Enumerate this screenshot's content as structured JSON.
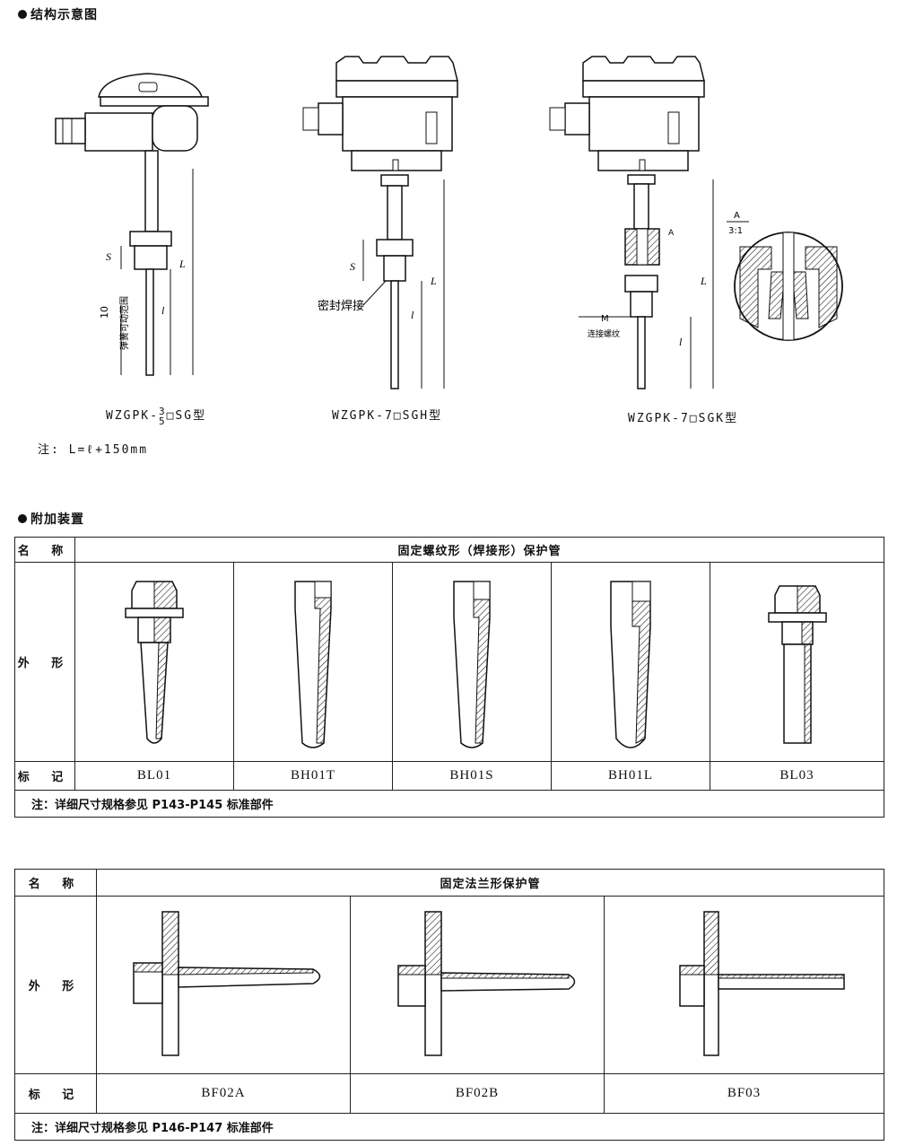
{
  "structure_section": {
    "title": "结构示意图",
    "models": [
      {
        "prefix": "WZGPK-",
        "frac_top": "3",
        "frac_bottom": "5",
        "suffix": "□SG型"
      },
      {
        "label": "WZGPK-7□SGH型"
      },
      {
        "label": "WZGPK-7□SGK型"
      }
    ],
    "note": "注: L=ℓ+150mm",
    "labels": {
      "S": "S",
      "L": "L",
      "l": "l",
      "ten": "10",
      "spring": "弹簧可动范围",
      "seal_weld": "密封焊接",
      "A": "A",
      "ratio": "3:1",
      "M": "M",
      "thread": "连接螺纹"
    }
  },
  "accessory_section": {
    "title": "附加装置",
    "table1": {
      "name_label": "名 称",
      "name_value": "固定螺纹形（焊接形）保护管",
      "shape_label": "外 形",
      "mark_label": "标 记",
      "marks": [
        "BL01",
        "BH01T",
        "BH01S",
        "BH01L",
        "BL03"
      ],
      "note": "注：详细尺寸规格参见 P143-P145 标准部件"
    },
    "table2": {
      "name_label": "名 称",
      "name_value": "固定法兰形保护管",
      "shape_label": "外 形",
      "mark_label": "标 记",
      "marks": [
        "BF02A",
        "BF02B",
        "BF03"
      ],
      "note": "注：详细尺寸规格参见 P146-P147 标准部件"
    }
  }
}
